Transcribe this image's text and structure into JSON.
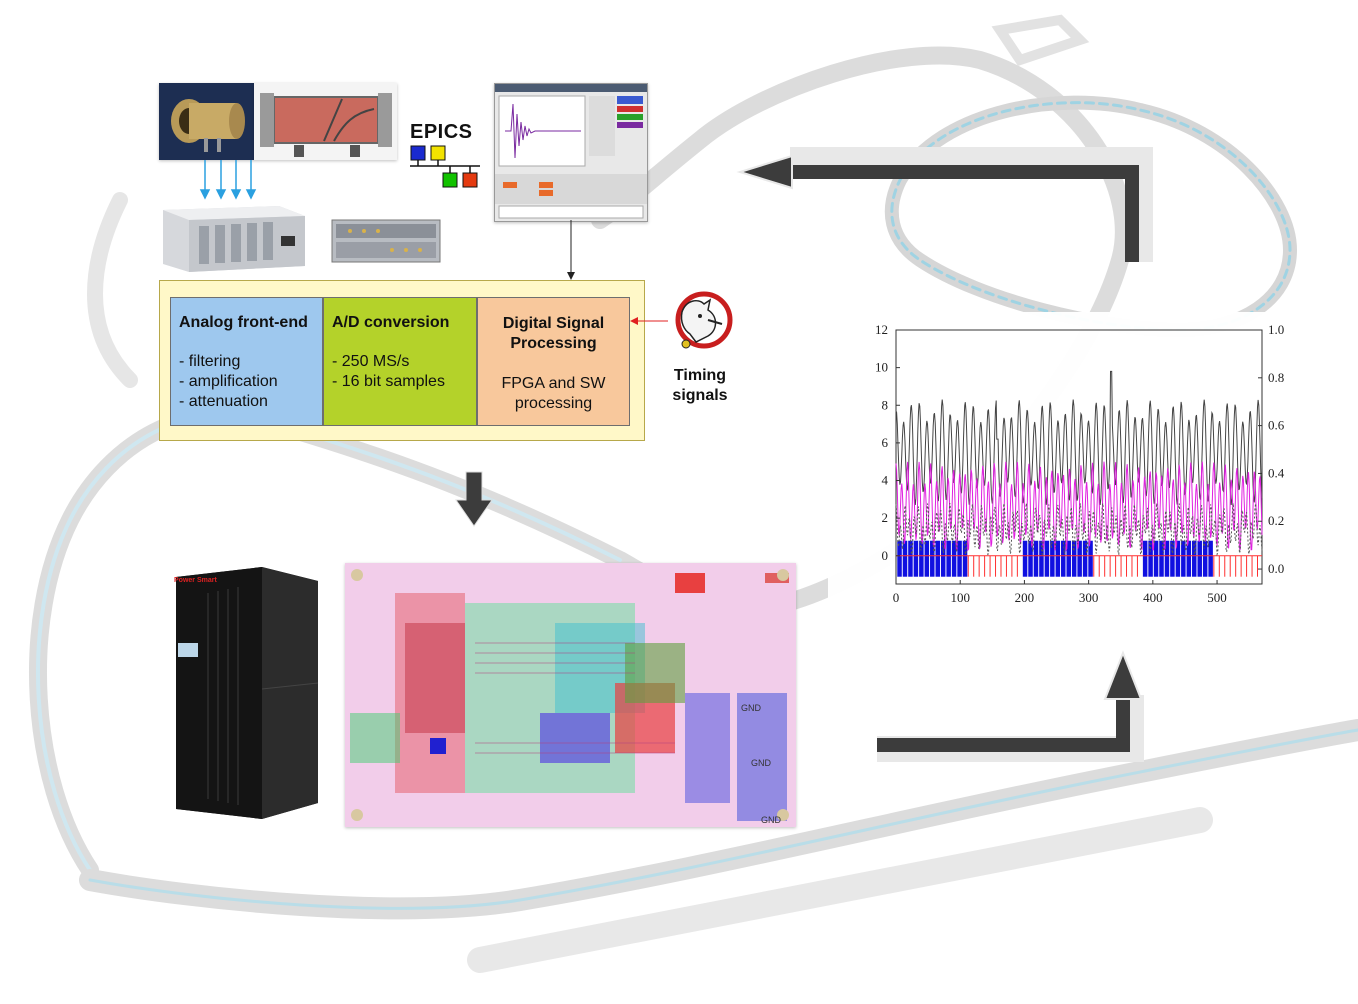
{
  "epics": {
    "label": "EPICS"
  },
  "processing": {
    "stages": [
      {
        "title": "Analog front-end",
        "lines": [
          "- filtering",
          "- amplification",
          "- attenuation"
        ]
      },
      {
        "title": "A/D conversion",
        "lines": [
          "- 250 MS/s",
          "- 16 bit samples"
        ]
      },
      {
        "title": "Digital Signal Processing",
        "title_lines": [
          "Digital Signal",
          "Processing"
        ],
        "lines": [
          "FPGA and SW",
          "processing"
        ]
      }
    ]
  },
  "timing": {
    "label_lines": [
      "Timing",
      "signals"
    ]
  },
  "pcb": {
    "gnd_labels": [
      "GND",
      "GND",
      "GND"
    ]
  },
  "server": {
    "brand": "Power Smart"
  },
  "colors": {
    "analog": "#9ec8ee",
    "adc": "#b4d22a",
    "dsp": "#f8c89c",
    "frame": "#fff8c8",
    "arrow": "#3c3c3c",
    "chart_black": "#444444",
    "chart_magenta": "#e020e0",
    "chart_blue": "#1010e0",
    "chart_red": "#ff3030"
  },
  "icons": [
    "pickup-image-icon",
    "cavity-image-icon",
    "electronics-crate-icon",
    "rack-crate-icon",
    "scope-screen-icon",
    "timing-logo-icon",
    "server-cabinet-icon",
    "pcb-layout-icon",
    "epics-network-icon"
  ],
  "chart_data": {
    "type": "line",
    "x_ticks": [
      0,
      100,
      200,
      300,
      400,
      500
    ],
    "y_ticks": [
      0,
      2,
      4,
      6,
      8,
      10,
      12
    ],
    "y2_ticks": [
      "0.0",
      "0.2",
      "0.4",
      "0.6",
      "0.8",
      "1.0"
    ],
    "xlim": [
      0,
      570
    ],
    "ylim": [
      -1.5,
      12
    ],
    "y2lim": [
      -0.0625,
      1.0
    ],
    "bunch_trains": [
      [
        0,
        110
      ],
      [
        190,
        300
      ],
      [
        380,
        490
      ]
    ],
    "series": [
      {
        "color": "#444444",
        "style": "solid",
        "base": 5.5,
        "amp": 2.2,
        "period": 12
      },
      {
        "color": "#e020e0",
        "style": "solid",
        "base": 2.6,
        "amp": 1.8,
        "period": 9
      },
      {
        "color": "#555555",
        "style": "dashed",
        "base": 1.4,
        "amp": 0.8,
        "period": 7
      }
    ],
    "peaks": [
      {
        "x": 335,
        "y": 9.8
      },
      {
        "x": 158,
        "y": 6.2
      }
    ]
  }
}
